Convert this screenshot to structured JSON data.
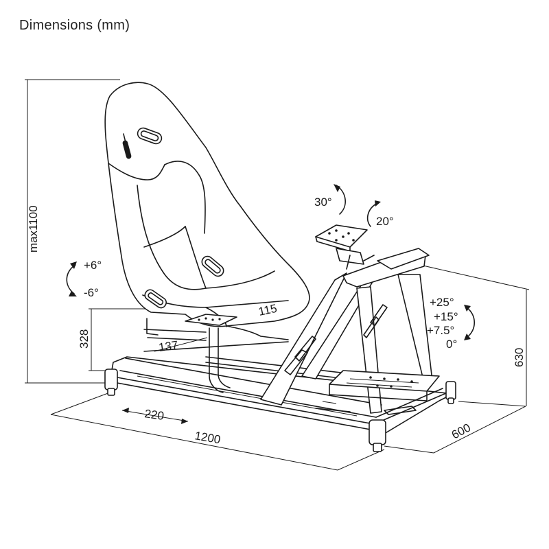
{
  "header": {
    "title": "Dimensions (mm)"
  },
  "dimensions": {
    "height_max": "max1100",
    "seat_height": "328",
    "length": "1200",
    "slide": "220",
    "width": "600",
    "pedal_height": "630",
    "seat_depth": "137",
    "seat_width": "115"
  },
  "angles": {
    "seat_tilt_up": "+6°",
    "seat_tilt_down": "-6°",
    "pedal_rotate": "30°",
    "pedal_tilt": "20°",
    "wheel_25": "+25°",
    "wheel_15": "+15°",
    "wheel_7_5": "+7.5°",
    "wheel_0": "0°"
  }
}
